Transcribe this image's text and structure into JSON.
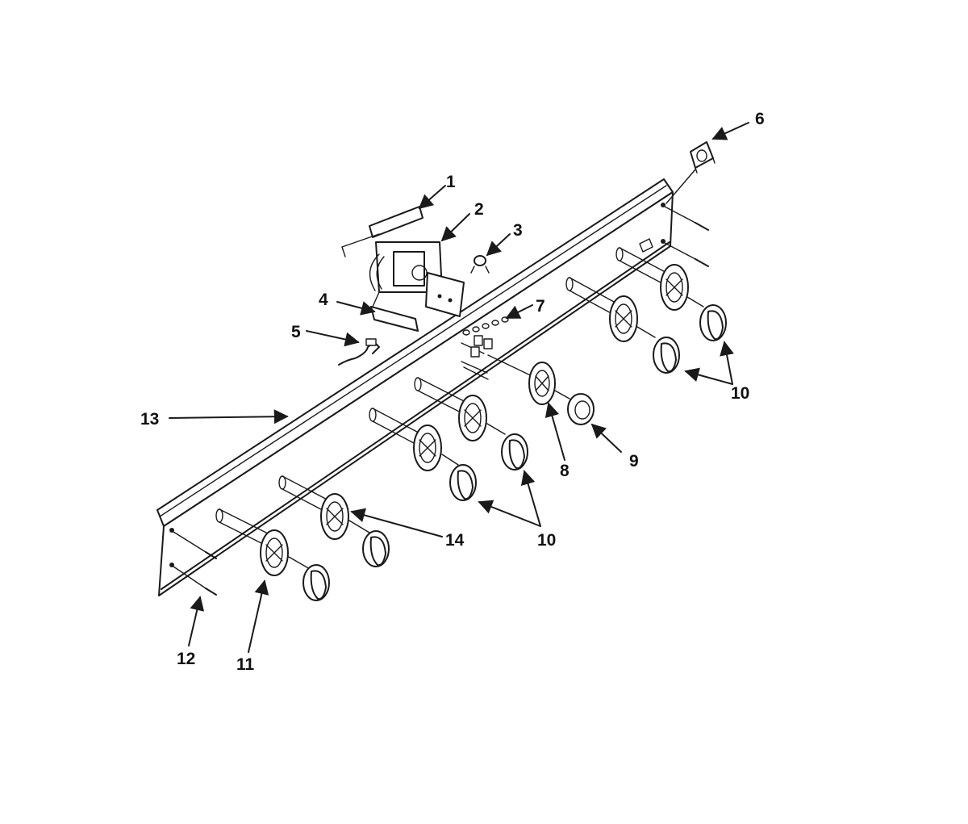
{
  "diagram": {
    "callouts": {
      "c1": "1",
      "c2": "2",
      "c3": "3",
      "c4": "4",
      "c5": "5",
      "c6": "6",
      "c7": "7",
      "c8": "8",
      "c9": "9",
      "c10a": "10",
      "c10b": "10",
      "c11": "11",
      "c12": "12",
      "c13": "13",
      "c14": "14"
    },
    "colors": {
      "ink": "#1a1a1a",
      "background": "#ffffff"
    }
  }
}
